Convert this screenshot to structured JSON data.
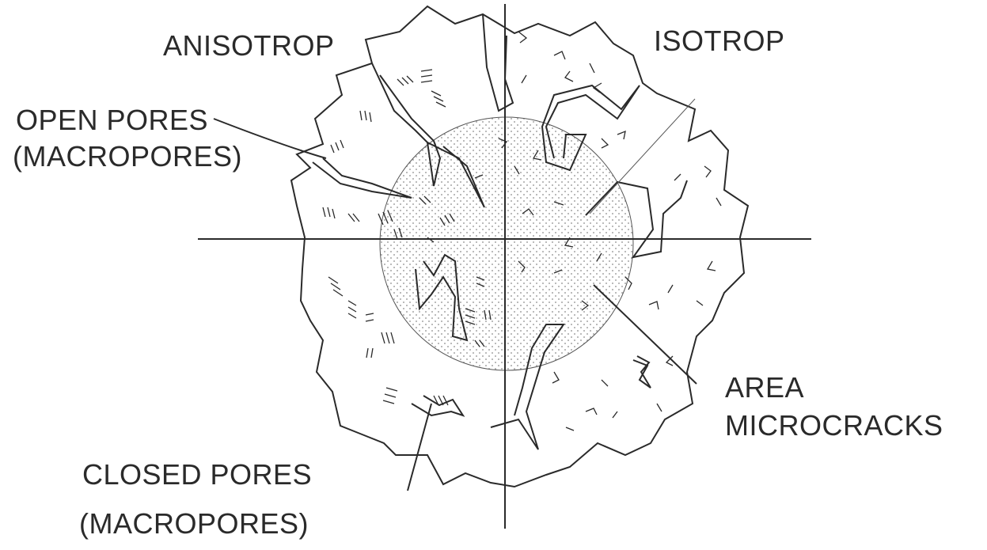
{
  "labels": {
    "anisotrop": "ANISOTROP",
    "isotrop": "ISOTROP",
    "open_pores_line1": "OPEN PORES",
    "open_pores_line2": "(MACROPORES)",
    "area_line1": "AREA",
    "area_line2": "MICROCRACKS",
    "closed_pores_line1": "CLOSED PORES",
    "closed_pores_line2": "(MACROPORES)"
  },
  "colors": {
    "ink": "#2a2a2a",
    "stipple": "#8a8a8a",
    "background": "#ffffff"
  }
}
